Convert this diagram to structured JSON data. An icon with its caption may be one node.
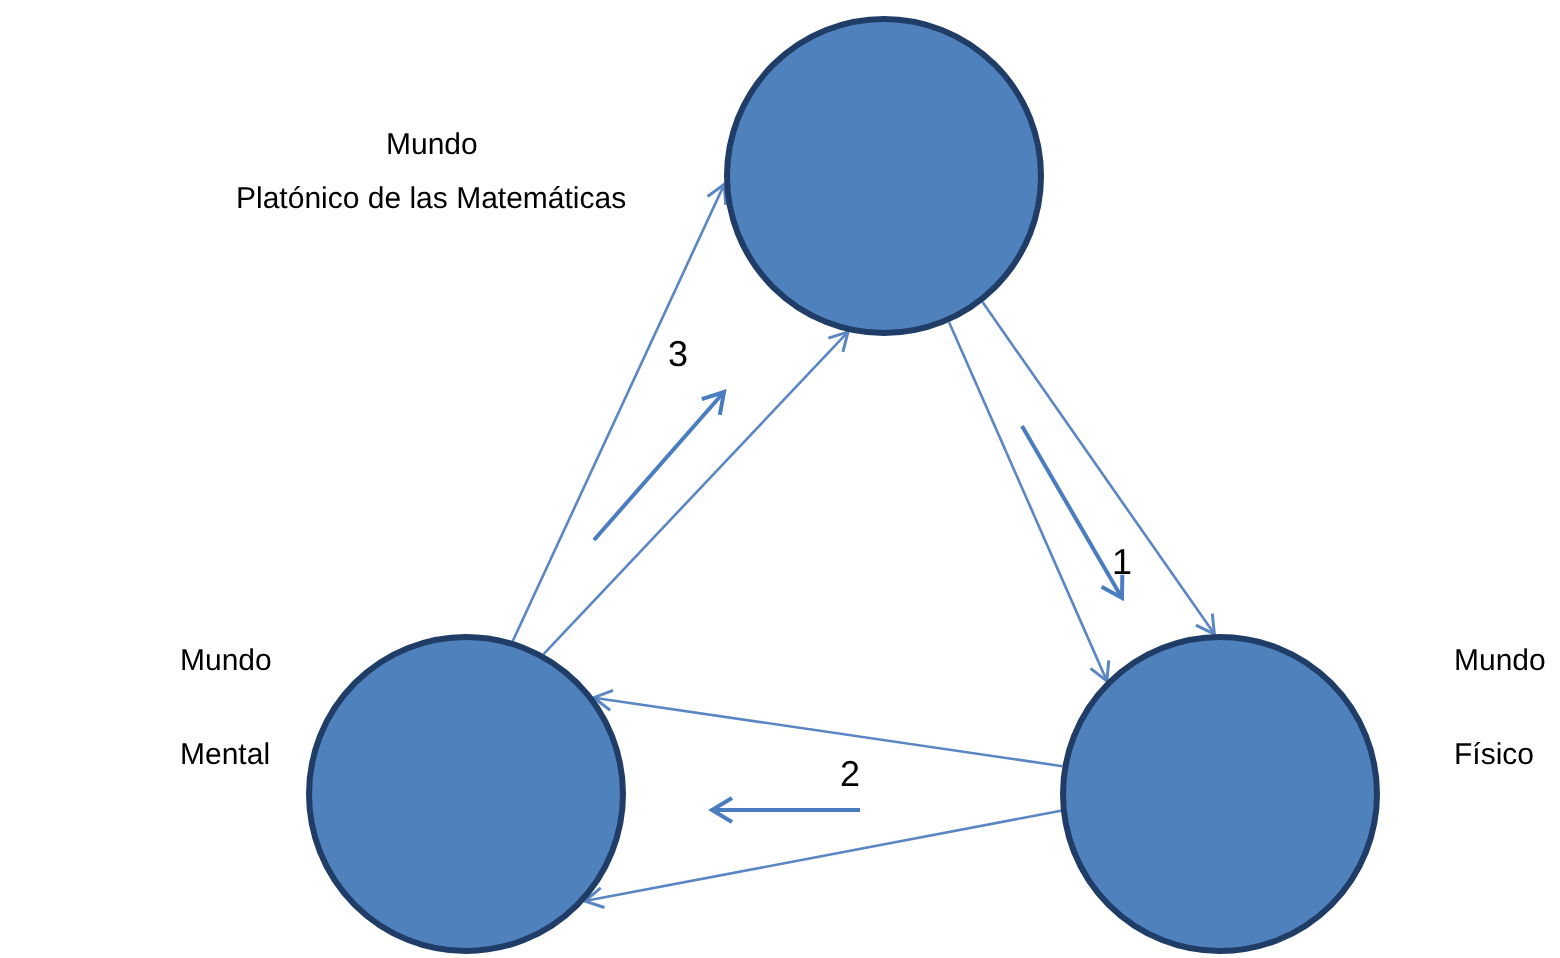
{
  "diagram": {
    "nodes": [
      {
        "text": [],
        "shape": "circle",
        "beside": [
          "Mundo",
          "Platónico de las Matemáticas"
        ]
      },
      {
        "text": [],
        "shape": "circle",
        "beside": [
          "Mundo",
          "Mental"
        ]
      },
      {
        "text": [],
        "shape": "circle",
        "beside": [
          "Mundo",
          "Físico"
        ]
      }
    ],
    "edges": [
      {
        "from": 1,
        "to": 0,
        "arrow": "to"
      },
      {
        "from": 1,
        "to": 0,
        "arrow": "to"
      },
      {
        "from": 0,
        "to": 2,
        "arrow": "to"
      },
      {
        "from": 0,
        "to": 2,
        "arrow": "to"
      },
      {
        "from": 2,
        "to": 1,
        "arrow": "to"
      },
      {
        "from": 2,
        "to": 1,
        "arrow": "to"
      }
    ],
    "labels": [
      "3",
      "1",
      "2"
    ]
  }
}
